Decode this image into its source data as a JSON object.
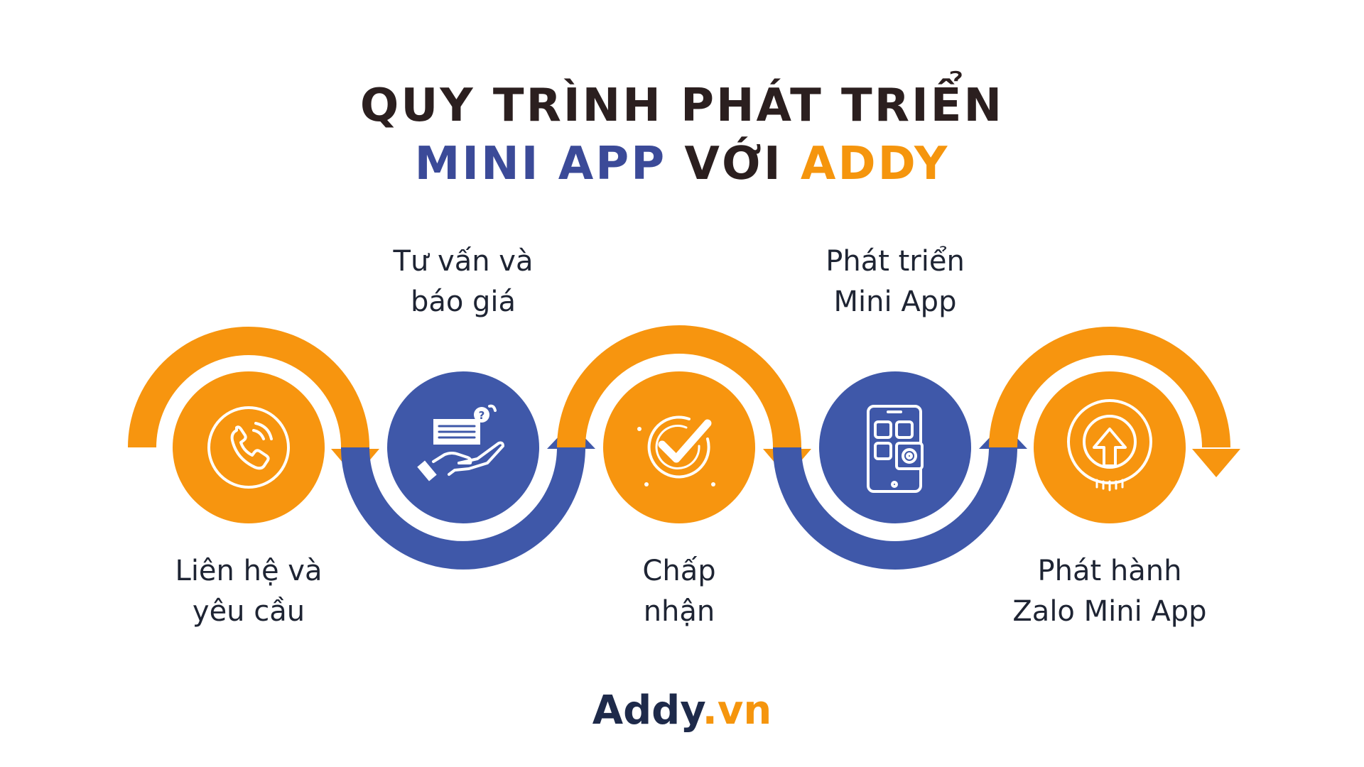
{
  "title": {
    "line1": "QUY TRÌNH PHÁT TRIỂN",
    "line2_part1": "MINI APP",
    "line2_part2": " VỚI ",
    "line2_part3": "ADDY"
  },
  "steps": [
    {
      "line1": "Liên hệ và",
      "line2": "yêu cầu",
      "icon": "phone-icon",
      "color": "#f7950f"
    },
    {
      "line1": "Tư vấn và",
      "line2": "báo giá",
      "icon": "consult-hand-icon",
      "color": "#3f58a9"
    },
    {
      "line1": "Chấp",
      "line2": "nhận",
      "icon": "checkmark-icon",
      "color": "#f7950f"
    },
    {
      "line1": "Phát triển",
      "line2": "Mini App",
      "icon": "mobile-app-icon",
      "color": "#3f58a9"
    },
    {
      "line1": "Phát hành",
      "line2": "Zalo Mini App",
      "icon": "upload-arrow-icon",
      "color": "#f7950f"
    }
  ],
  "brand": {
    "main": "Addy",
    "suffix": ".vn"
  },
  "colors": {
    "orange": "#f7950f",
    "blue": "#3f58a9",
    "dark": "#2b1f1f",
    "navy": "#1e2a4a"
  }
}
